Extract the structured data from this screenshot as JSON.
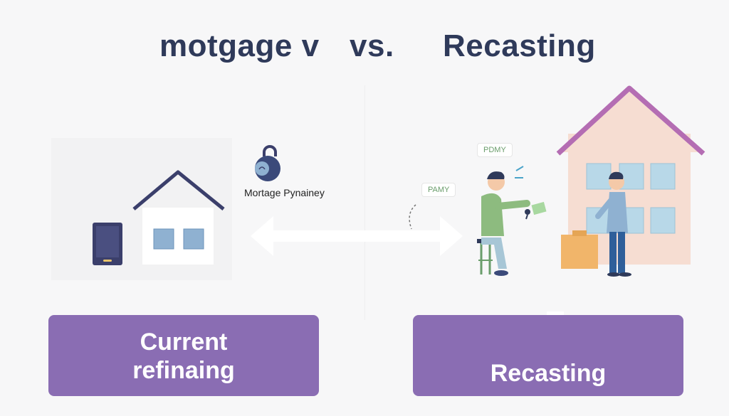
{
  "title": {
    "left": "motgage v",
    "vs": "vs.",
    "right": "Recasting"
  },
  "lock_label": "Mortage Pynainey",
  "bubbles": [
    "PDMY",
    "PAMY"
  ],
  "cards": {
    "left_line1": "Current",
    "left_line2": "refinaing",
    "right": "Recasting"
  },
  "colors": {
    "title": "#2f3a5a",
    "accent_purple": "#8a6db3",
    "roof_purple": "#b46db3",
    "house_peach": "#f6ddd2",
    "navy": "#3b3f6b"
  },
  "icons": [
    "lock-icon",
    "phone-icon",
    "house-icon",
    "double-arrow-icon",
    "key-icon",
    "box-icon",
    "down-arrow-icon"
  ]
}
